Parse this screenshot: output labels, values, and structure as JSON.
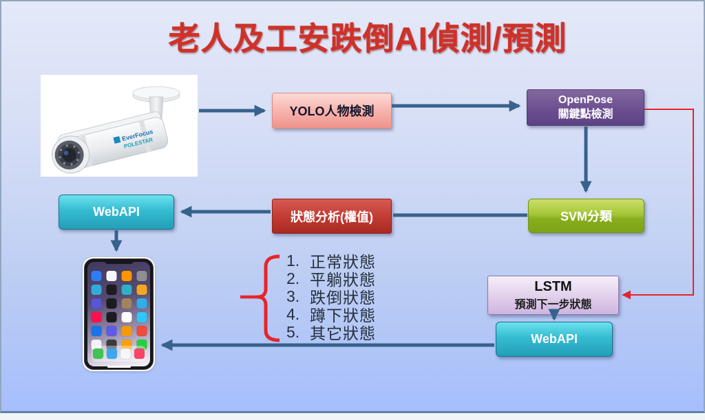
{
  "title": "老人及工安跌倒AI偵測/預測",
  "camera": {
    "brand": "EverFocus",
    "model": "POLESTAR"
  },
  "flow": {
    "yolo": "YOLO人物檢測",
    "openpose_title": "OpenPose",
    "openpose_sub": "關鍵點檢測",
    "svm": "SVM分類",
    "analysis": "狀態分析(權值)",
    "webapi_left": "WebAPI",
    "lstm_title": "LSTM",
    "lstm_sub": "預測下一步狀態",
    "webapi_bottom": "WebAPI"
  },
  "states": [
    {
      "num": "1.",
      "label": "正常狀態"
    },
    {
      "num": "2.",
      "label": "平躺狀態"
    },
    {
      "num": "3.",
      "label": "跌倒狀態"
    },
    {
      "num": "4.",
      "label": "蹲下狀態"
    },
    {
      "num": "5.",
      "label": "其它狀態"
    }
  ],
  "colors": {
    "title_red": "#cf3129",
    "arrow_navy": "#37628c",
    "feedback_red": "#e3242b",
    "yolo_box": "#ee948c",
    "openpose_box": "#6b4f90",
    "svm_box": "#88ad1e",
    "analysis_box": "#c03a32",
    "webapi_box": "#2fb7cd",
    "lstm_box": "#d9c6e8",
    "background_top": "#e4e9f8",
    "background_bottom": "#a6befc"
  }
}
